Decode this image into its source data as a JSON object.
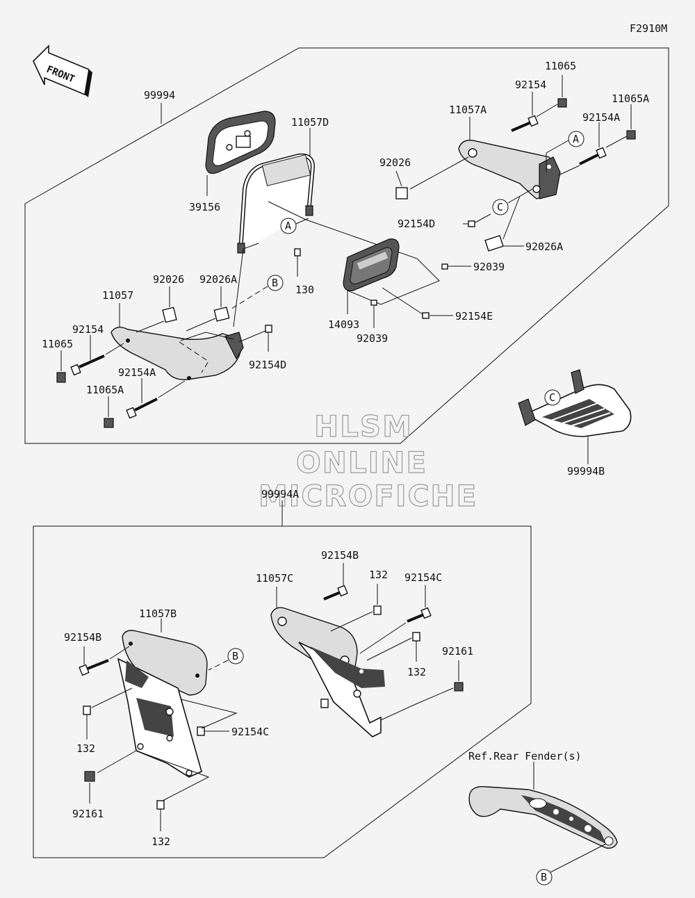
{
  "figure_code": "F2910M",
  "front_label": "FRONT",
  "watermark": [
    "HLSM",
    "ONLINE",
    "MICROFICHE"
  ],
  "labels": {
    "kit_upper": "99994",
    "kit_lower": "99994A",
    "kit_rack": "99994B",
    "pad": "39156",
    "backrest_frame": "11057D",
    "bracket_left": "11057",
    "bracket_right": "11057A",
    "bracket_lower_left": "11057B",
    "bracket_lower_right": "11057C",
    "nut_a_left": "11065",
    "nut_b_left": "11065A",
    "bolt_a_left": "92154",
    "bolt_b_left": "92154A",
    "nut_a_right": "11065",
    "nut_b_right": "11065A",
    "bolt_a_right": "92154",
    "bolt_b_right": "92154A",
    "collar_left": "92026",
    "collar_left_a": "92026A",
    "collar_right": "92026",
    "collar_right_a": "92026A",
    "screw_130": "130",
    "screw_d_mid": "92154D",
    "screw_d_right": "92154D",
    "screw_e": "92154E",
    "screw_39_right": "92039",
    "screw_39_bottom": "92039",
    "emblem": "14093",
    "bolt_b_upper": "92154B",
    "bolt_b_lower_left": "92154B",
    "bolt_c_upper": "92154C",
    "bolt_c_lower": "92154C",
    "bolt_132_top": "132",
    "bolt_132_mid": "132",
    "bolt_132_left": "132",
    "bolt_132_bottom": "132",
    "cap_right": "92161",
    "cap_left": "92161",
    "ref_fender": "Ref.Rear Fender(s)"
  },
  "callouts": {
    "a_frame": "A",
    "a_bracket": "A",
    "b_upper": "B",
    "b_lower": "B",
    "b_fender": "B",
    "c_bracket": "C",
    "c_rack": "C"
  }
}
